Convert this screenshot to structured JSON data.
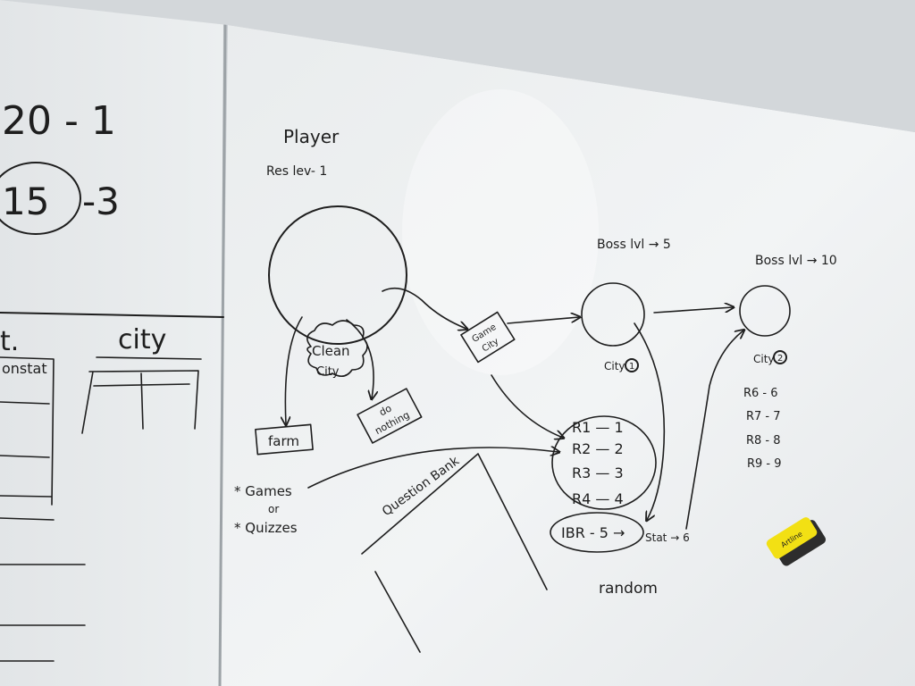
{
  "left_panel": {
    "top_line_1": "20 - 1",
    "top_line_2": "15",
    "top_line_2_suffix": "-3",
    "table_label": "t.",
    "table_header": "onstat",
    "city_label": "city"
  },
  "player": {
    "title": "Player",
    "res_level": "Res lev- 1"
  },
  "clean_city": {
    "line1": "Clean",
    "line2": "City"
  },
  "farm": "farm",
  "do_nothing": {
    "line1": "do",
    "line2": "nothing"
  },
  "game_city": {
    "line1": "Game",
    "line2": "City"
  },
  "boss1": {
    "label": "Boss lvl → 5",
    "city_label": "City",
    "city_num": "1"
  },
  "boss2": {
    "label": "Boss lvl → 10",
    "city_label": "City",
    "city_num": "2"
  },
  "rounds_left": [
    "R1 — 1",
    "R2 — 2",
    "R3 — 3",
    "R4 — 4"
  ],
  "ibr": "IBR - 5 →",
  "stat": "Stat → 6",
  "random": "random",
  "rounds_right": [
    "R6 - 6",
    "R7 - 7",
    "R8 - 8",
    "R9 - 9"
  ],
  "activities": {
    "games": "* Games",
    "or": "or",
    "quizzes": "* Quizzes"
  },
  "question_bank": "Question Bank",
  "eraser_brand": "Artline"
}
